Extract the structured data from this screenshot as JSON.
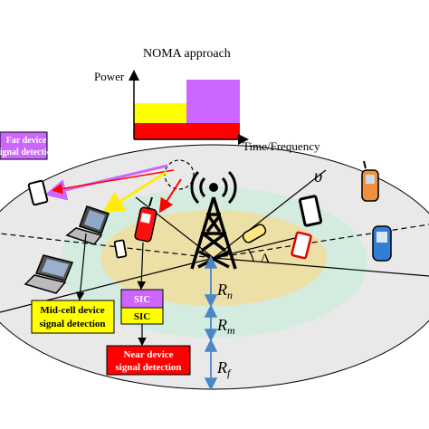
{
  "noma_chart": {
    "title": "NOMA approach",
    "y_label": "Power",
    "x_label": "Time/Frequency",
    "colors": {
      "yellow": "#ffff00",
      "violet": "#cc66ff",
      "red": "#ff0000"
    }
  },
  "labels": {
    "far_device_line1": "Far device",
    "far_device_line2": "signal detection",
    "mid_device_line1": "Mid-cell device",
    "mid_device_line2": "signal detection",
    "near_device_line1": "Near device",
    "near_device_line2": "signal detection",
    "sic_top": "SIC",
    "sic_bottom": "SIC",
    "r_near_main": "R",
    "r_near_sub": "n",
    "r_mid_main": "R",
    "r_mid_sub": "m",
    "r_far_main": "R",
    "r_far_sub": "f",
    "upsilon": "υ",
    "delta": "Δ"
  },
  "colors": {
    "outer_zone": "#e9e9e9",
    "middle_zone": "#d4ecdf",
    "inner_zone": "#ede0a6",
    "far_box": "#cc66ff",
    "mid_box": "#ffff00",
    "near_box": "#ff0000",
    "sic_top_box": "#cc66ff",
    "sic_bottom_box": "#ffff00",
    "radius_arrow": "#4a86c8"
  }
}
